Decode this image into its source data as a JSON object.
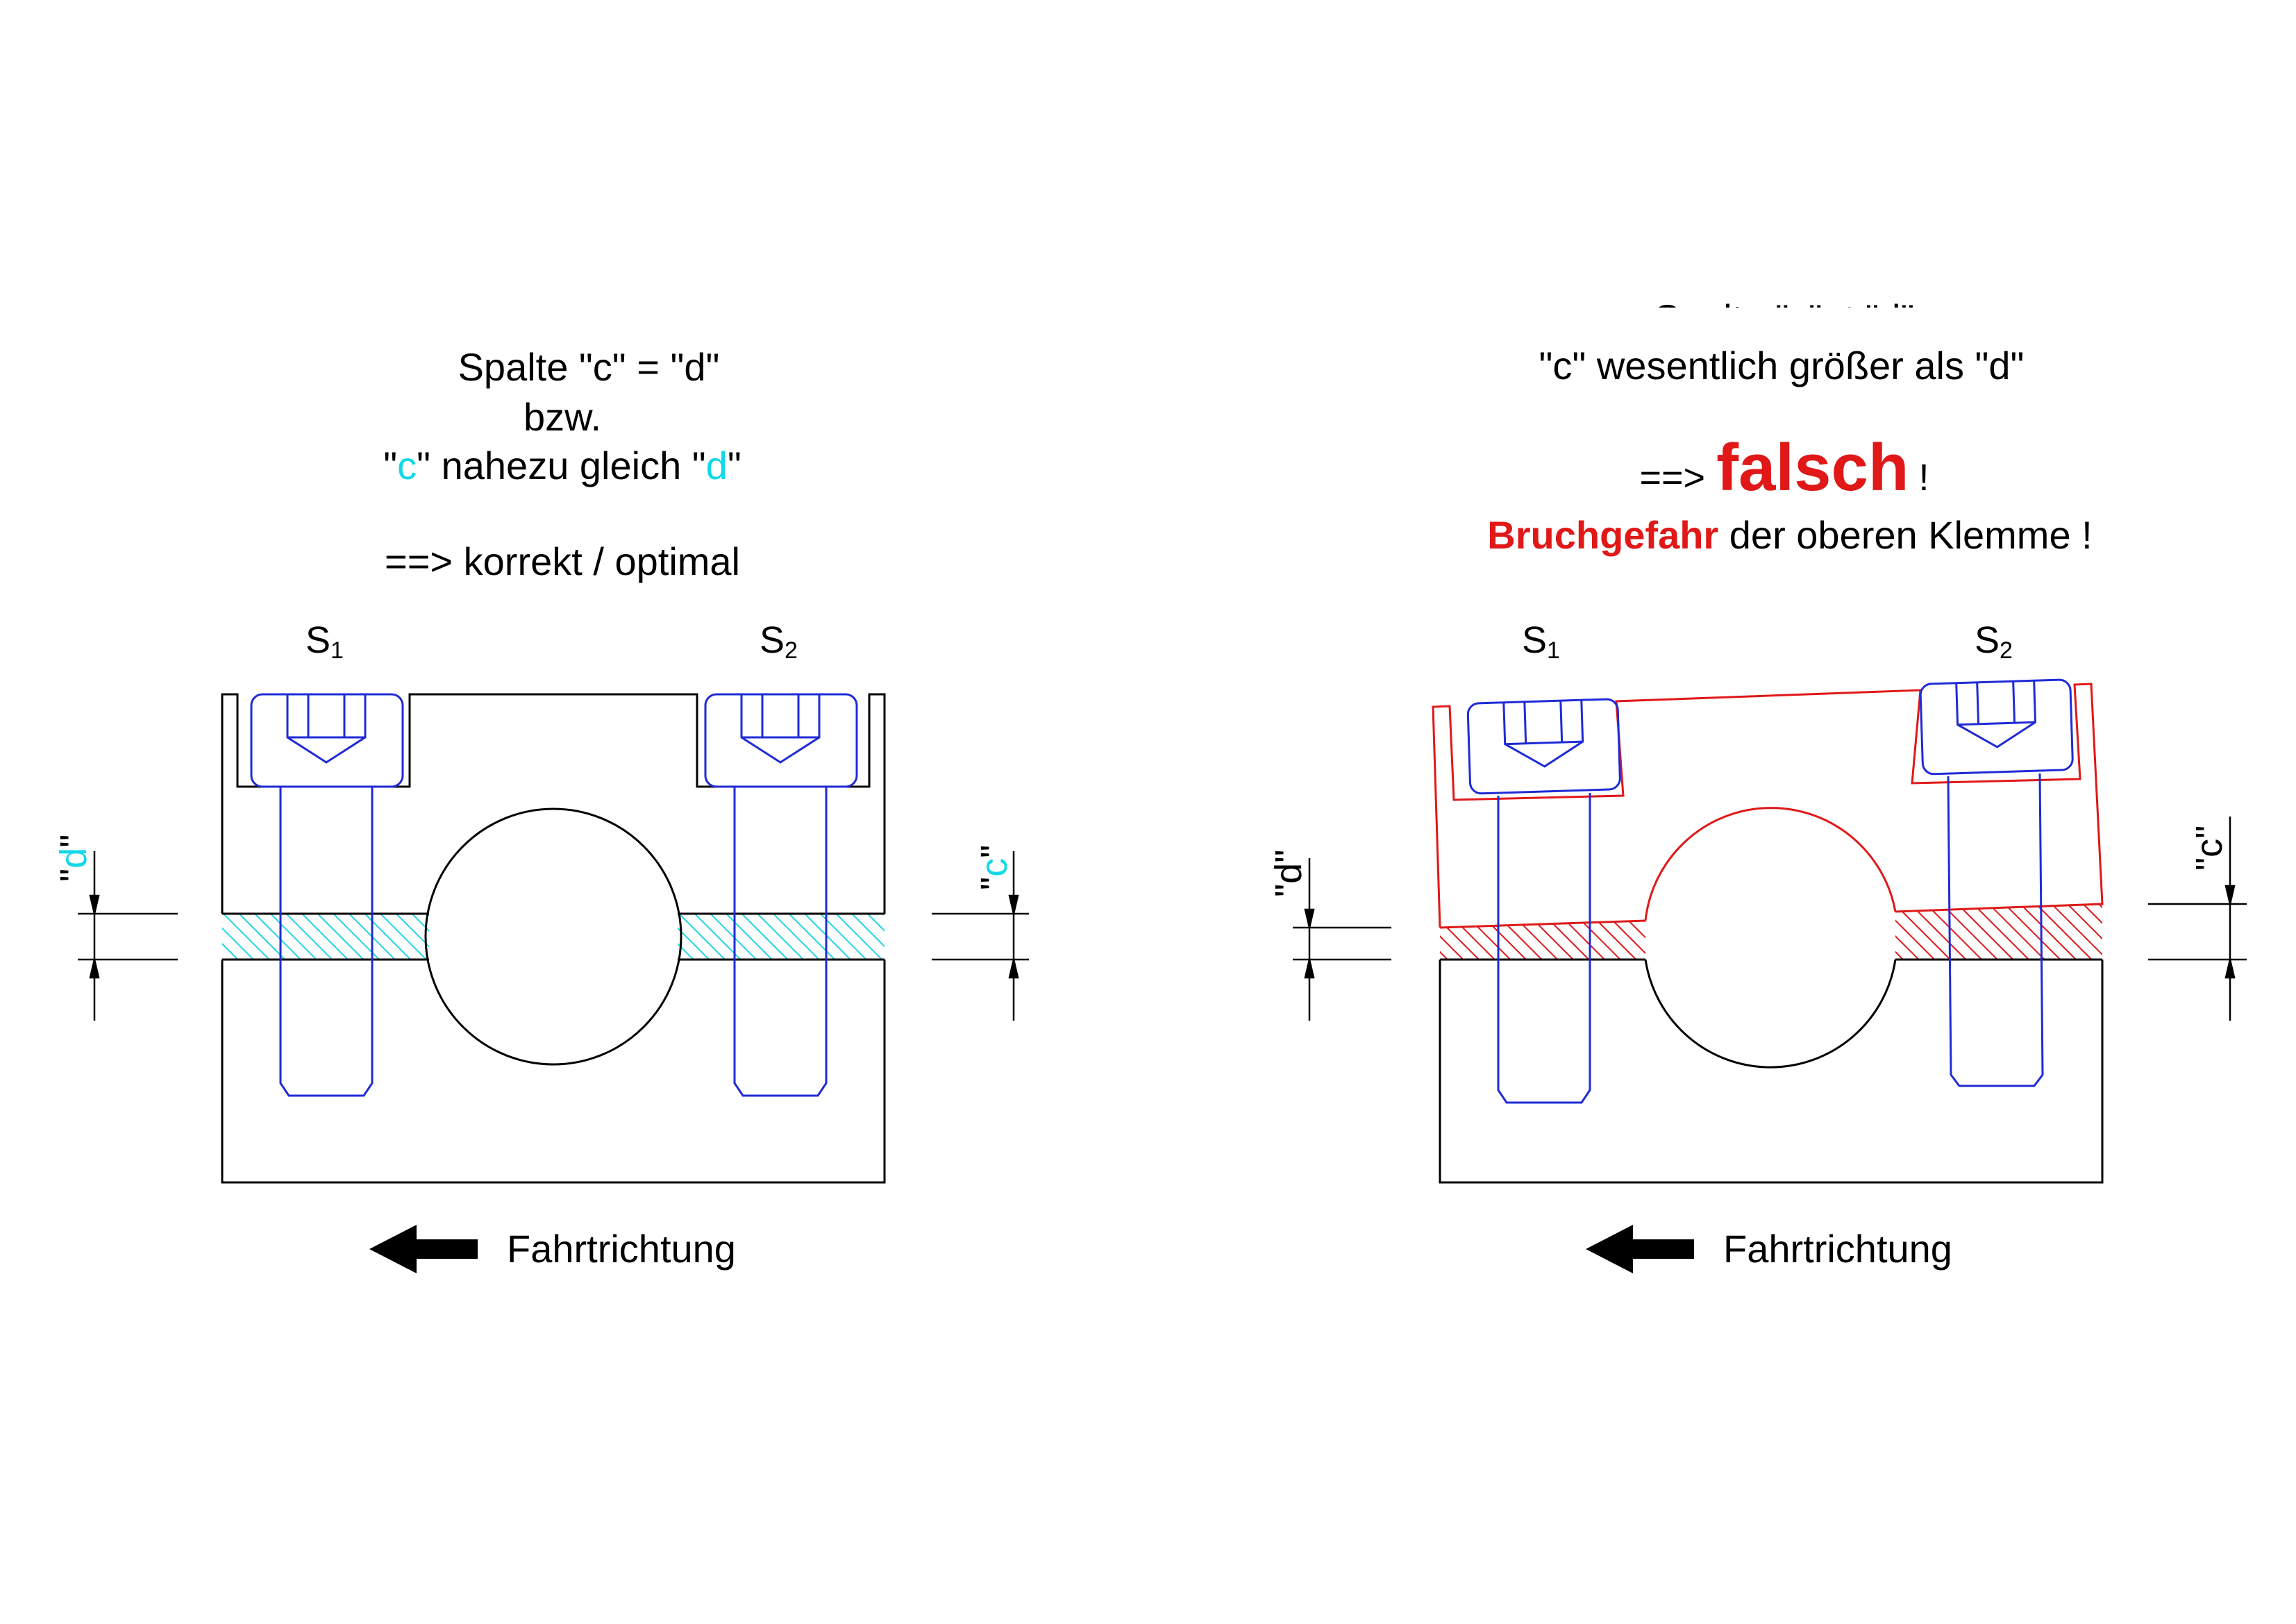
{
  "colors": {
    "outline": "#000000",
    "bolt": "#1f2bd6",
    "correct_hatch": "#22d3e6",
    "wrong": "#e01818",
    "accent_cyan": "#10d8e8"
  },
  "left": {
    "line1": "Spalte \"c\" = \"d\"",
    "line2": "bzw.",
    "line3_q1": "\"",
    "line3_c": "c",
    "line3_mid": "\" nahezu gleich \"",
    "line3_d": "d",
    "line3_q2": "\"",
    "line4": "==> korrekt / optimal",
    "s1": "S",
    "s1_sub": "1",
    "s2": "S",
    "s2_sub": "2",
    "dim_d_q1": "\"",
    "dim_d": "d",
    "dim_d_q2": "\"",
    "dim_c_q1": "\"",
    "dim_c": "c",
    "dim_c_q2": "\"",
    "direction": "Fahrtrichtung"
  },
  "right": {
    "line1": "Spalte \"c\" ≠ \"d\"",
    "line2": "\"c\" wesentlich größer als \"d\"",
    "line3_arrow": "==>",
    "line3_falsch": "falsch",
    "line3_bang": "!",
    "line4_bold": "Bruchgefahr",
    "line4_rest": " der oberen Klemme !",
    "s1": "S",
    "s1_sub": "1",
    "s2": "S",
    "s2_sub": "2",
    "dim_d": "\"d\"",
    "dim_c": "\"c\"",
    "direction": "Fahrtrichtung"
  }
}
